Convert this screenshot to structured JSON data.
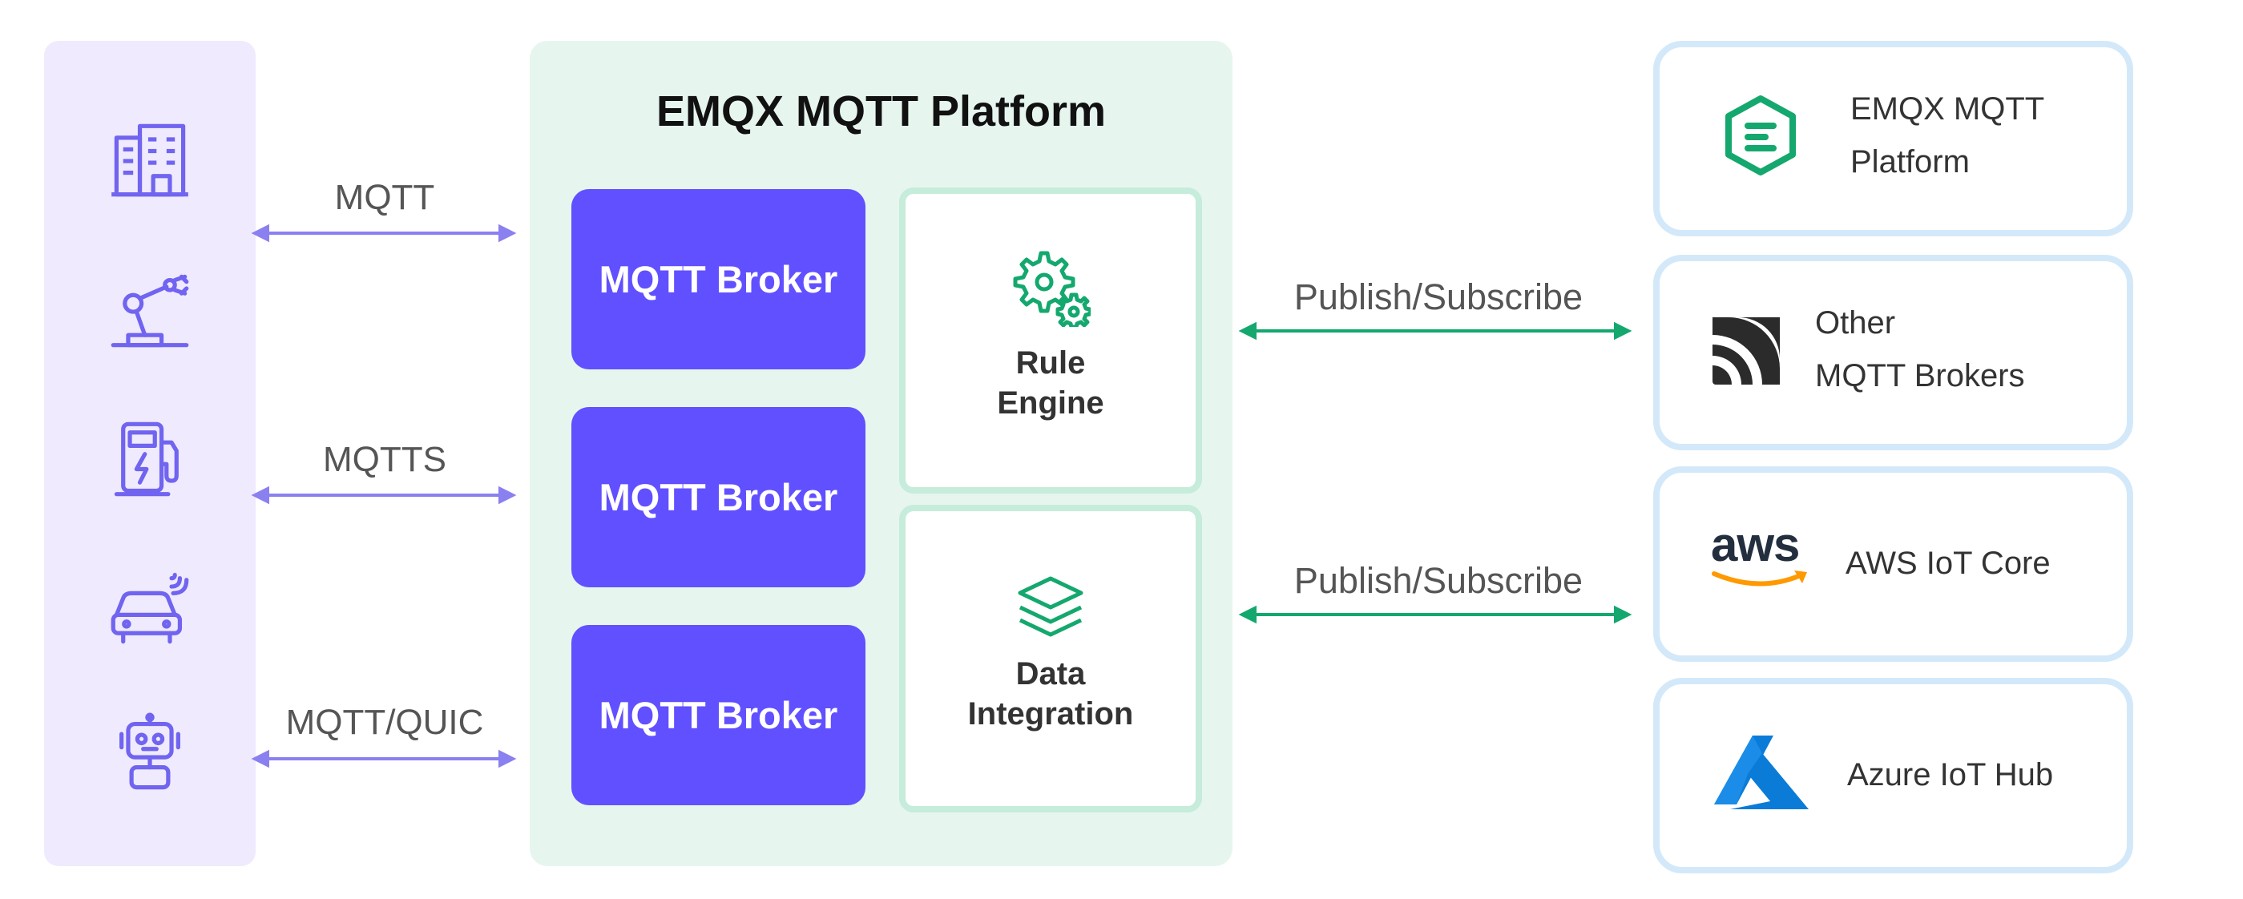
{
  "devices": {
    "icons": [
      "building-icon",
      "robot-arm-icon",
      "charging-station-icon",
      "connected-car-icon",
      "robot-icon"
    ]
  },
  "protocols": [
    {
      "label": "MQTT"
    },
    {
      "label": "MQTTS"
    },
    {
      "label": "MQTT/QUIC"
    }
  ],
  "platform": {
    "title": "EMQX MQTT Platform",
    "brokers": [
      "MQTT Broker",
      "MQTT Broker",
      "MQTT Broker"
    ],
    "rule_engine": {
      "line1": "Rule",
      "line2": "Engine",
      "icon": "gears-icon"
    },
    "data_integration": {
      "line1": "Data",
      "line2": "Integration",
      "icon": "layers-icon"
    }
  },
  "bridges": [
    {
      "label": "Publish/Subscribe"
    },
    {
      "label": "Publish/Subscribe"
    }
  ],
  "targets": [
    {
      "line1": "EMQX MQTT",
      "line2": "Platform",
      "icon": "emqx-logo-icon"
    },
    {
      "line1": "Other",
      "line2": "MQTT Brokers",
      "icon": "mqtt-logo-icon"
    },
    {
      "line1": "AWS IoT Core",
      "logo_text": "aws",
      "icon": "aws-logo-icon"
    },
    {
      "line1": "Azure IoT Hub",
      "icon": "azure-logo-icon"
    }
  ],
  "colors": {
    "device_bg": "#efeafd",
    "device_icon": "#7064f0",
    "platform_bg": "#e6f6ef",
    "broker": "#6150ff",
    "feature_border": "#c6ecdb",
    "green_accent": "#14a86e",
    "protocol_arrow": "#8a80f0",
    "target_border": "#d3e9fa",
    "aws_orange": "#ff9900",
    "azure_blue": "#0a7cd8"
  }
}
